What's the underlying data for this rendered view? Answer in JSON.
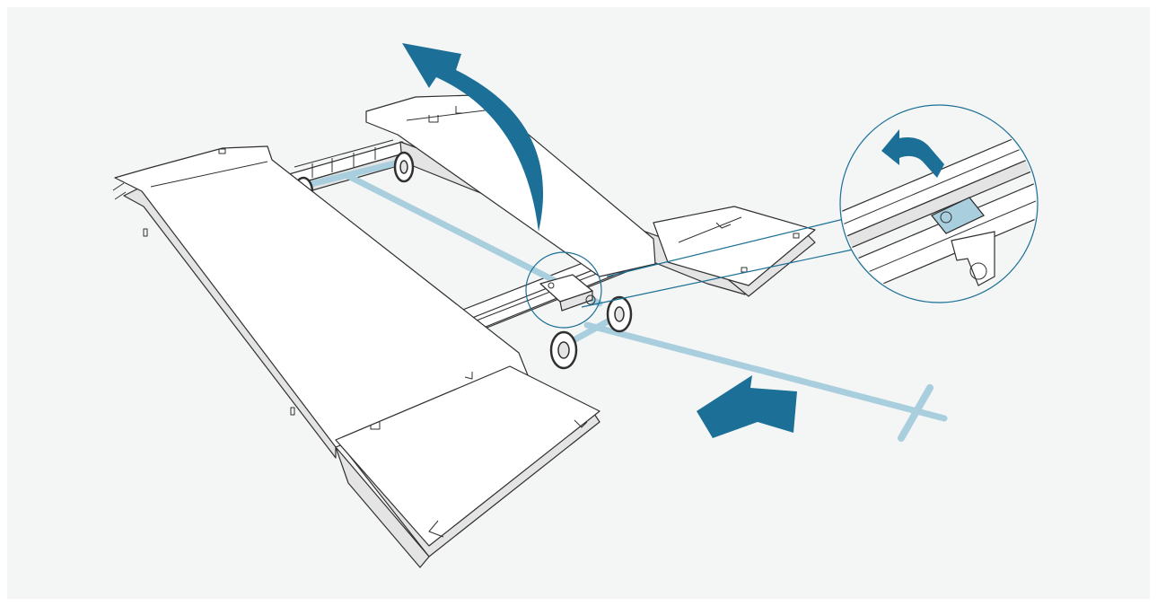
{
  "figure": {
    "background_color": "#f4f6f6",
    "accent_color": "#1c6f96",
    "rod_color": "#a9cedd",
    "line_color": "#303030",
    "panel_fill": "#ffffff",
    "panel_side_fill": "#e4e4e4",
    "elements": [
      "lift-arrow-icon",
      "pull-arrow-icon",
      "release-arrow-icon",
      "detail-callout",
      "latch-clip",
      "t-handle",
      "caster-wheel"
    ]
  }
}
